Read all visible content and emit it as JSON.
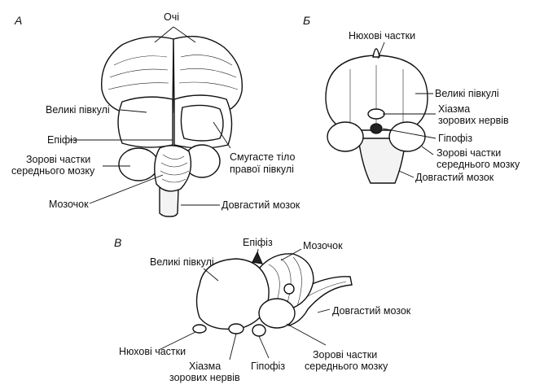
{
  "panels": {
    "a": "А",
    "b": "Б",
    "v": "В"
  },
  "labels_a": {
    "eyes": "Очі",
    "cerebrum": "Великі півкулі",
    "epiphysis": "Епіфіз",
    "optic_line1": "Зорові частки",
    "optic_line2": "середнього мозку",
    "cerebellum": "Мозочок",
    "striatum_line1": "Смугасте тіло",
    "striatum_line2": "правої півкулі",
    "medulla": "Довгастий мозок"
  },
  "labels_b": {
    "olfactory": "Нюхові частки",
    "cerebrum": "Великі півкулі",
    "chiasm_line1": "Хіазма",
    "chiasm_line2": "зорових нервів",
    "hypophysis": "Гіпофіз",
    "optic_line1": "Зорові частки",
    "optic_line2": "середнього мозку",
    "medulla": "Довгастий мозок"
  },
  "labels_v": {
    "epiphysis": "Епіфіз",
    "cerebellum": "Мозочок",
    "cerebrum": "Великі півкулі",
    "medulla": "Довгастий мозок",
    "olfactory": "Нюхові частки",
    "chiasm_line1": "Хіазма",
    "chiasm_line2": "зорових нервів",
    "hypophysis": "Гіпофіз",
    "optic_line1": "Зорові частки",
    "optic_line2": "середнього мозку"
  }
}
